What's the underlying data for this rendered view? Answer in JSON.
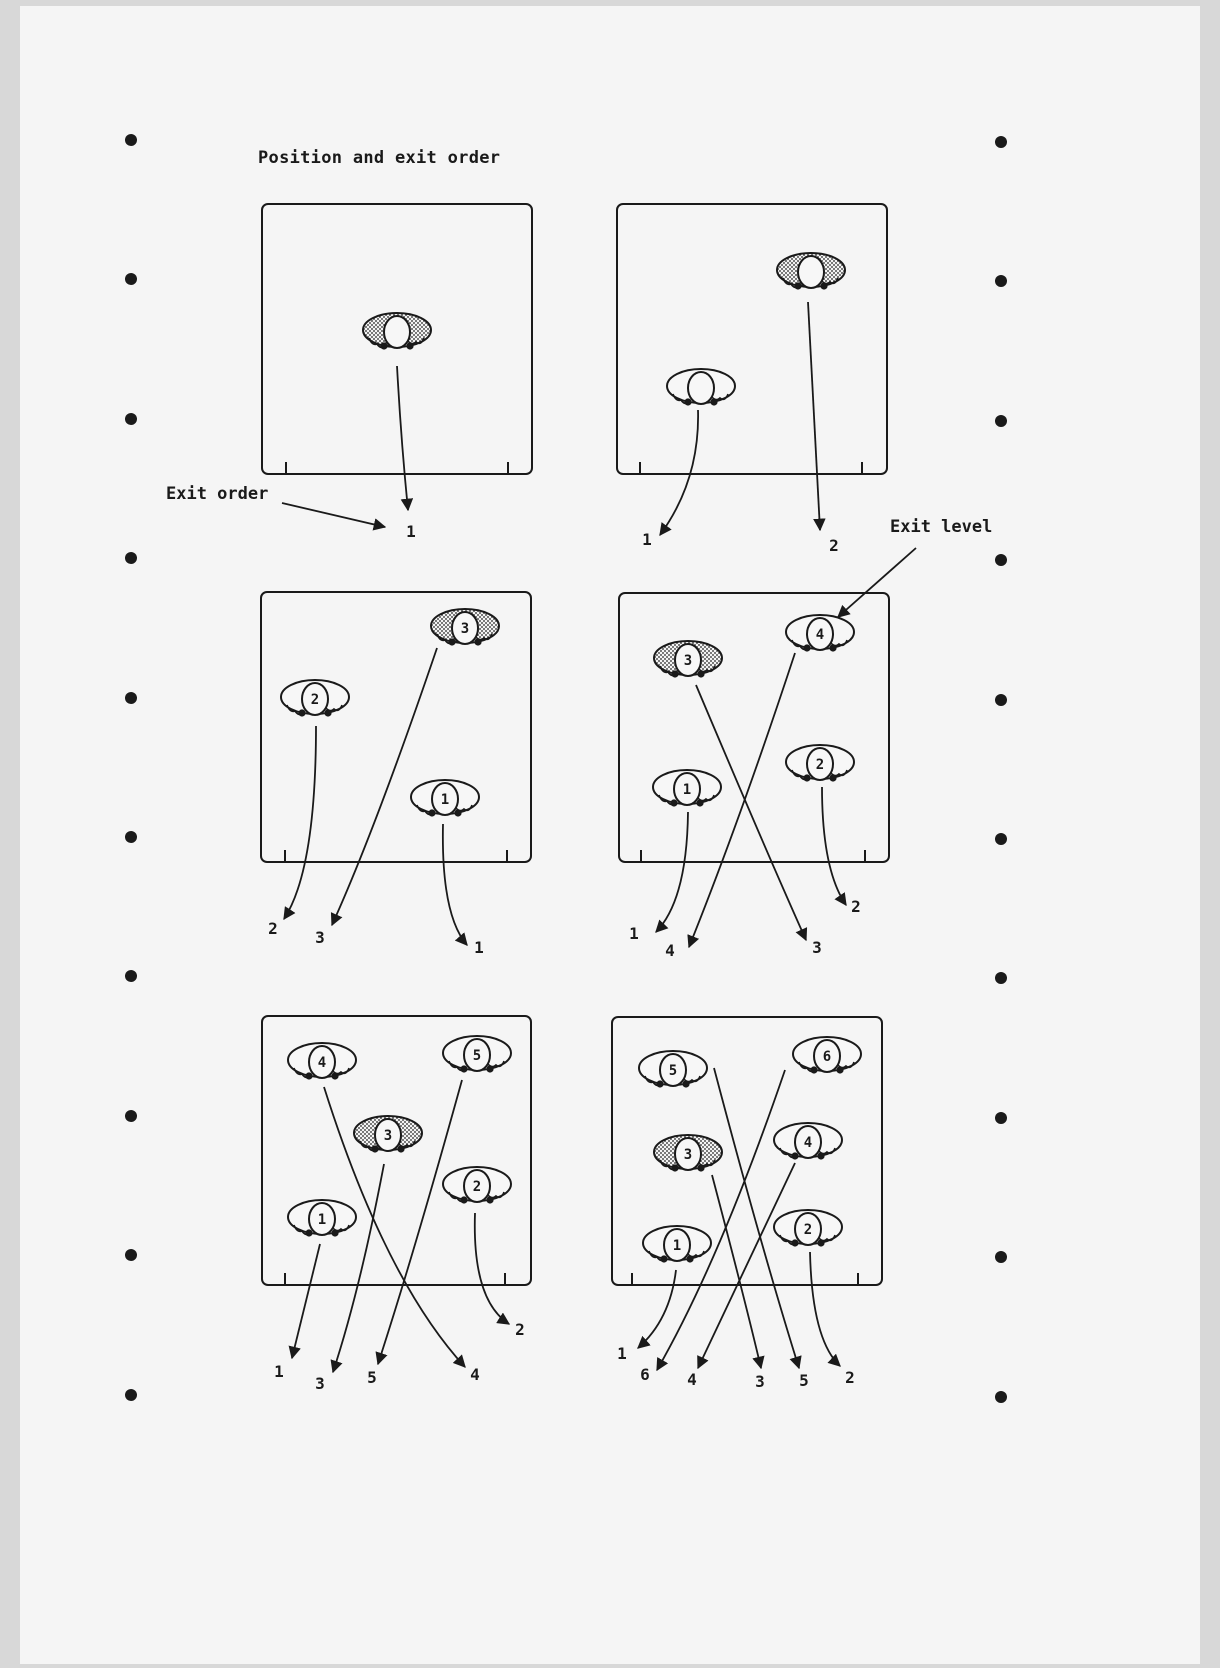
{
  "title": "Position and exit order",
  "callouts": {
    "exit_order": "Exit order",
    "exit_level": "Exit level"
  },
  "panels": [
    {
      "jumpers": [
        {
          "label": "",
          "shaded": true
        }
      ],
      "exit_labels": [
        "1"
      ]
    },
    {
      "jumpers": [
        {
          "label": "",
          "shaded": false
        },
        {
          "label": "",
          "shaded": true
        }
      ],
      "exit_labels": [
        "1",
        "2"
      ]
    },
    {
      "jumpers": [
        {
          "label": "2",
          "shaded": false
        },
        {
          "label": "3",
          "shaded": true
        },
        {
          "label": "1",
          "shaded": false
        }
      ],
      "exit_labels": [
        "2",
        "3",
        "1"
      ]
    },
    {
      "jumpers": [
        {
          "label": "3",
          "shaded": true
        },
        {
          "label": "4",
          "shaded": false
        },
        {
          "label": "1",
          "shaded": false
        },
        {
          "label": "2",
          "shaded": false
        }
      ],
      "exit_labels": [
        "1",
        "4",
        "3",
        "2"
      ]
    },
    {
      "jumpers": [
        {
          "label": "4",
          "shaded": false
        },
        {
          "label": "5",
          "shaded": false
        },
        {
          "label": "3",
          "shaded": true
        },
        {
          "label": "2",
          "shaded": false
        },
        {
          "label": "1",
          "shaded": false
        }
      ],
      "exit_labels": [
        "1",
        "3",
        "5",
        "4",
        "2"
      ]
    },
    {
      "jumpers": [
        {
          "label": "5",
          "shaded": false
        },
        {
          "label": "6",
          "shaded": false
        },
        {
          "label": "3",
          "shaded": true
        },
        {
          "label": "4",
          "shaded": false
        },
        {
          "label": "1",
          "shaded": false
        },
        {
          "label": "2",
          "shaded": false
        }
      ],
      "exit_labels": [
        "1",
        "6",
        "4",
        "3",
        "5",
        "2"
      ]
    }
  ]
}
